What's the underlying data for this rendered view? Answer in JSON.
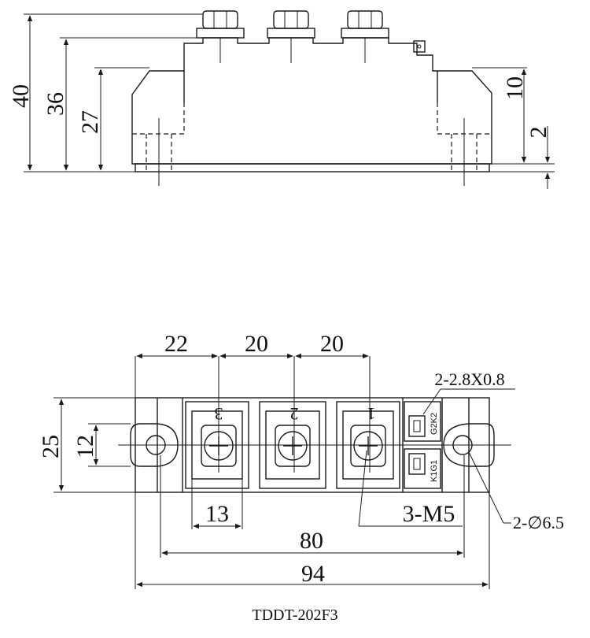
{
  "side_view": {
    "dims": {
      "total_height": "40",
      "terminal_height": "36",
      "body_height": "27",
      "flange_height": "10",
      "base_thickness": "2"
    }
  },
  "top_view": {
    "dims": {
      "pitch_first": "22",
      "pitch_second": "20",
      "pitch_third": "20",
      "width": "25",
      "terminal_span": "12",
      "terminal_width": "13",
      "hole_spacing": "80",
      "overall_length": "94"
    },
    "terminal_numbers": [
      "3",
      "2",
      "1"
    ],
    "callouts": {
      "gate_tabs": "2-2.8X0.8",
      "screws": "3-M5",
      "mount_holes": "2-∅6.5"
    },
    "gate_labels": {
      "upper": "G2K2",
      "lower": "K1G1"
    }
  },
  "caption": "TDDT-202F3"
}
